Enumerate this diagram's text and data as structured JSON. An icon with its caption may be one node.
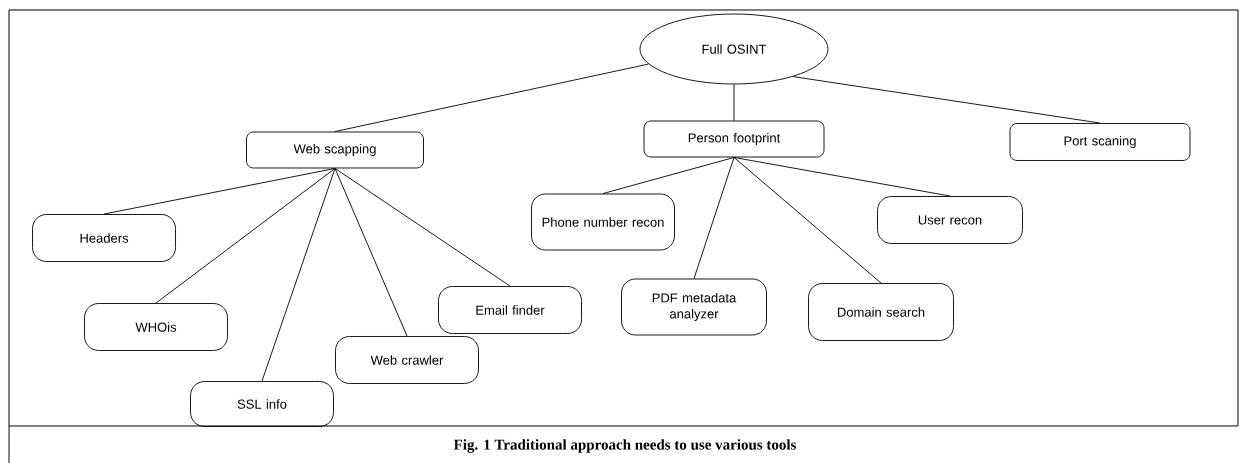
{
  "diagram": {
    "caption": "Fig. 1 Traditional approach needs to use various tools",
    "nodes": [
      {
        "text": [
          "Full OSINT"
        ]
      },
      {
        "text": [
          "Web scapping"
        ]
      },
      {
        "text": [
          "Person footprint"
        ]
      },
      {
        "text": [
          "Port scaning"
        ]
      },
      {
        "text": [
          "Headers"
        ]
      },
      {
        "text": [
          "WHOis"
        ]
      },
      {
        "text": [
          "SSL info"
        ]
      },
      {
        "text": [
          "Web crawler"
        ]
      },
      {
        "text": [
          "Email finder"
        ]
      },
      {
        "text": [
          "Phone number recon"
        ]
      },
      {
        "text": [
          "PDF metadata analyzer"
        ]
      },
      {
        "text": [
          "Domain search"
        ]
      },
      {
        "text": [
          "User recon"
        ]
      }
    ],
    "edges": [
      {
        "from": 0,
        "to": 1,
        "arrow": "none"
      },
      {
        "from": 0,
        "to": 2,
        "arrow": "none"
      },
      {
        "from": 0,
        "to": 3,
        "arrow": "none"
      },
      {
        "from": 1,
        "to": 4,
        "arrow": "none"
      },
      {
        "from": 1,
        "to": 5,
        "arrow": "none"
      },
      {
        "from": 1,
        "to": 6,
        "arrow": "none"
      },
      {
        "from": 1,
        "to": 7,
        "arrow": "none"
      },
      {
        "from": 1,
        "to": 8,
        "arrow": "none"
      },
      {
        "from": 2,
        "to": 9,
        "arrow": "none"
      },
      {
        "from": 2,
        "to": 10,
        "arrow": "none"
      },
      {
        "from": 2,
        "to": 11,
        "arrow": "none"
      },
      {
        "from": 2,
        "to": 12,
        "arrow": "none"
      }
    ]
  }
}
